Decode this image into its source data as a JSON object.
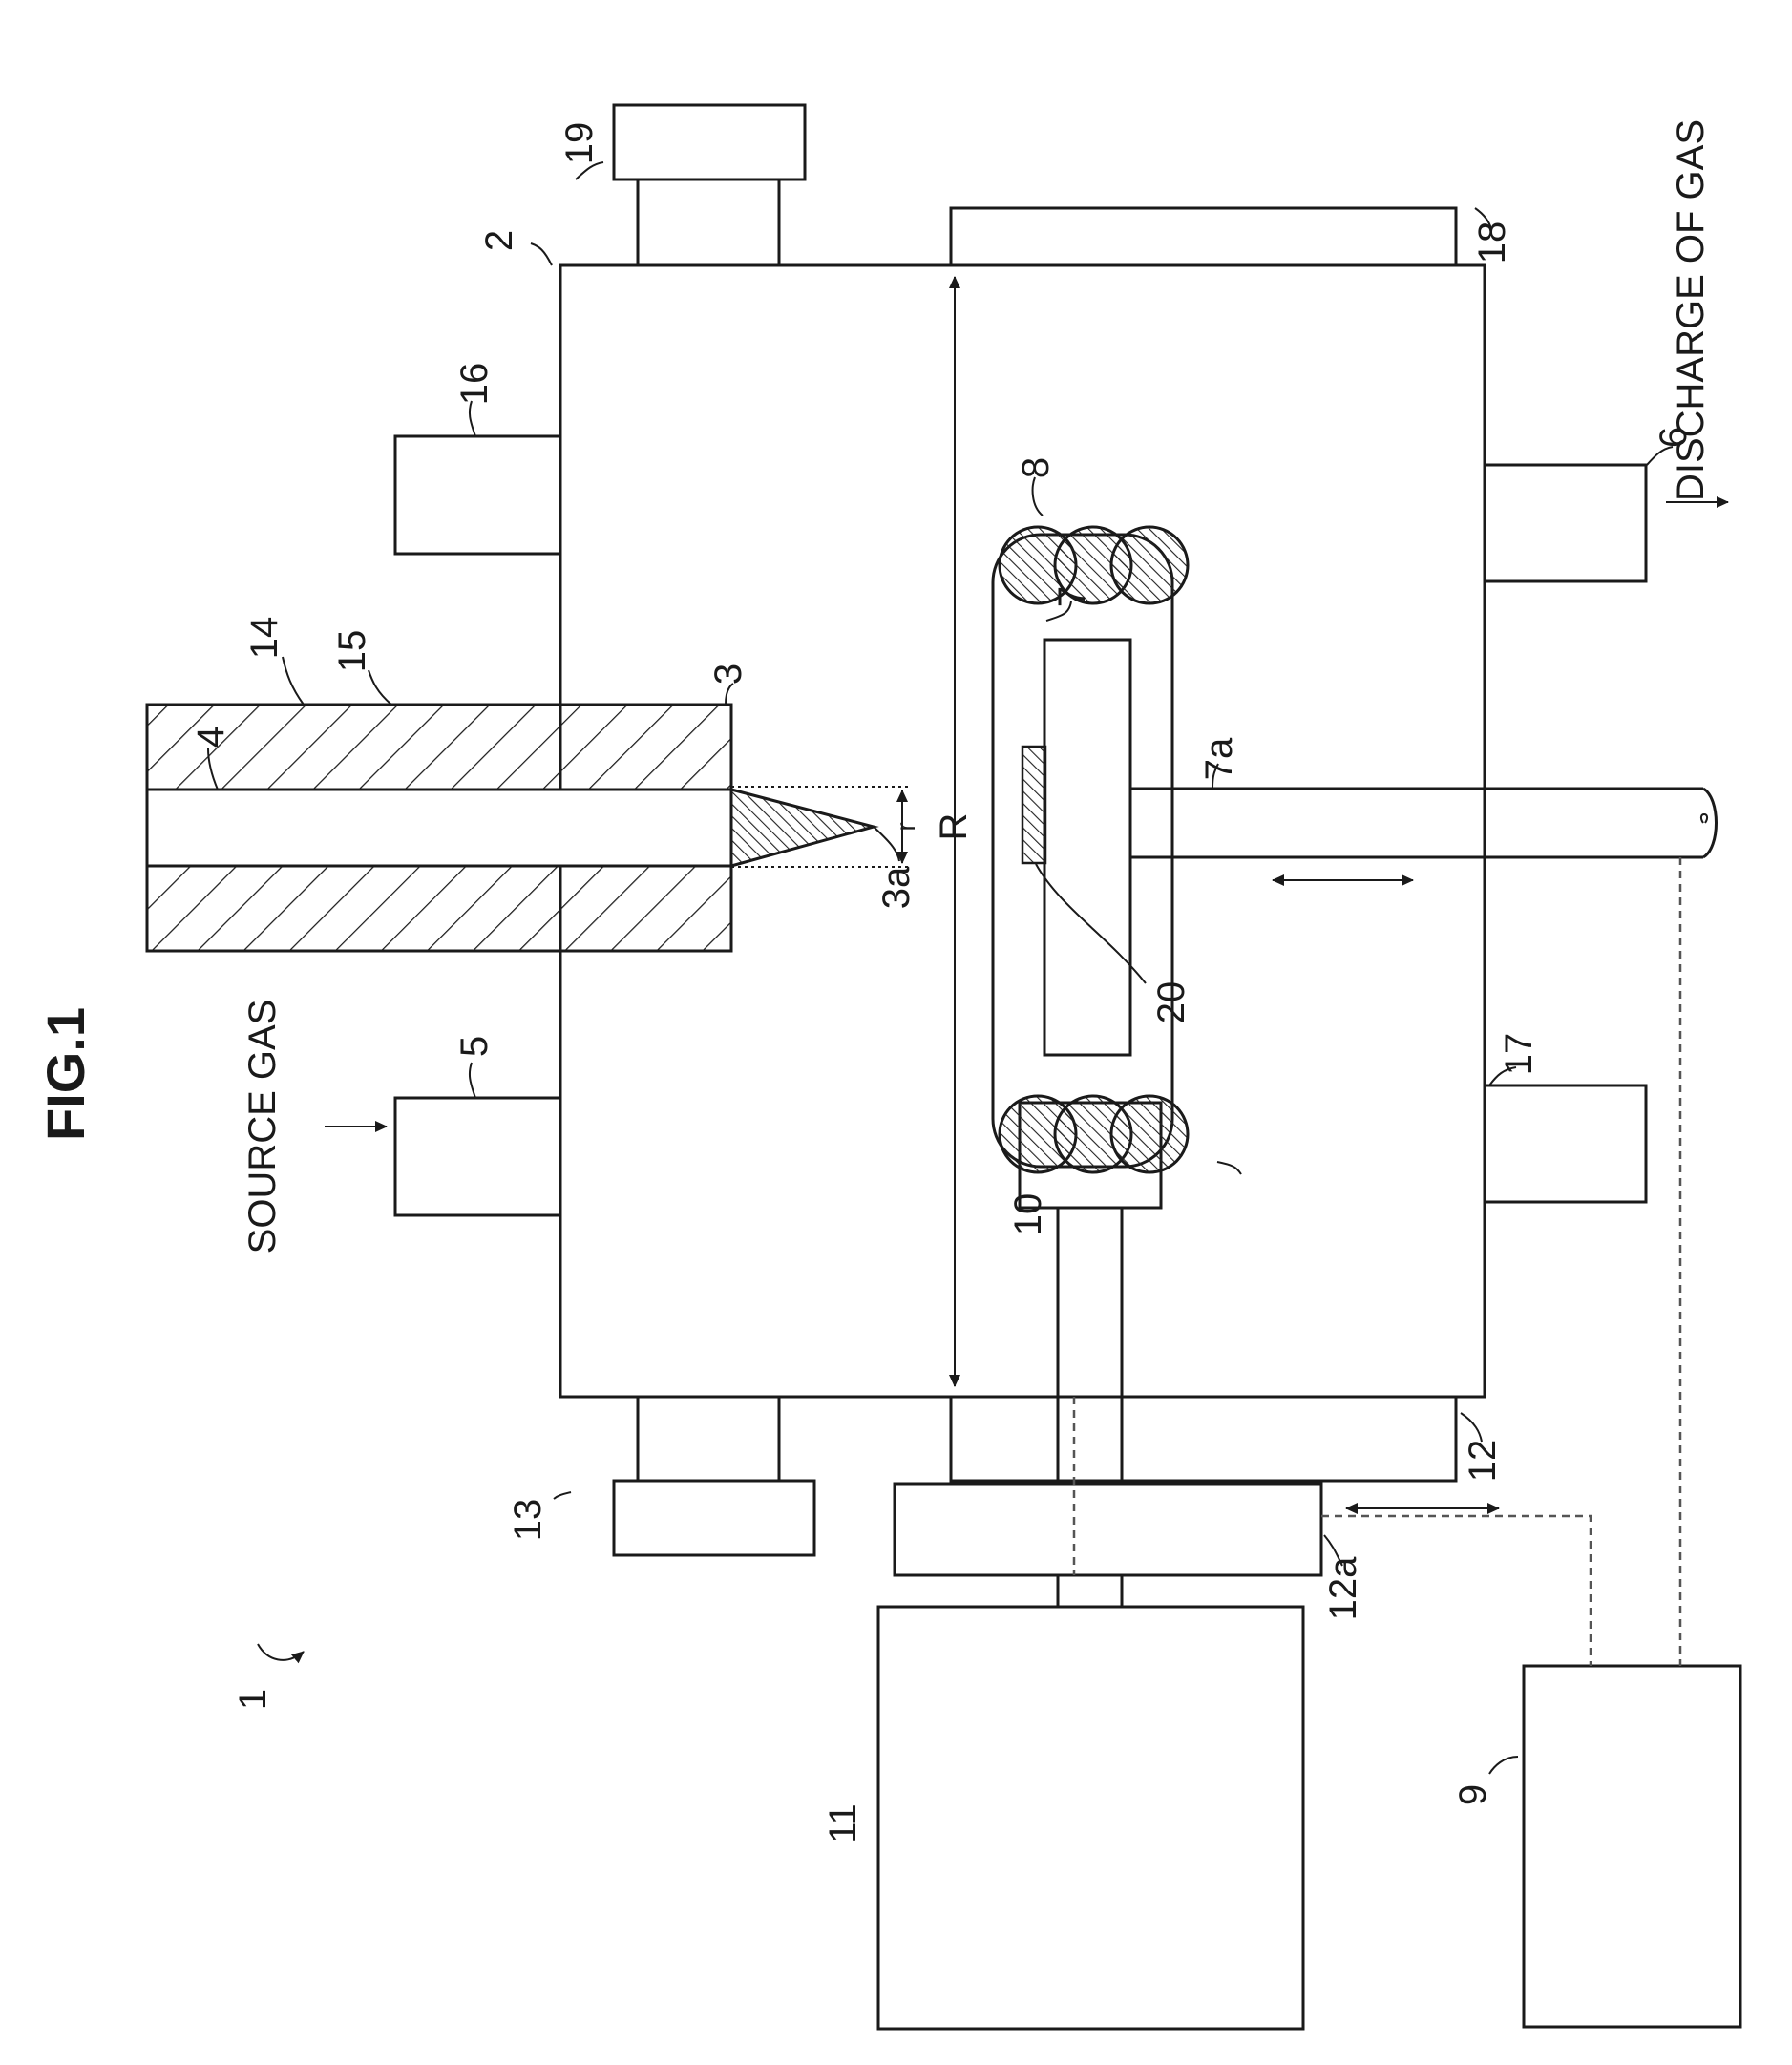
{
  "figure": {
    "title": "FIG.1",
    "source_gas_label": "SOURCE GAS",
    "discharge_label": "DISCHARGE OF GAS",
    "radius_large_label": "R",
    "radius_small_label": "r"
  },
  "reference_numerals": {
    "apparatus": "1",
    "chamber": "2",
    "tip": "3",
    "tip_apex": "3a",
    "bore": "4",
    "gas_inlet": "5",
    "gas_outlet": "6",
    "holder": "7",
    "holder_shaft": "7a",
    "coil": "8",
    "controller": "9",
    "coil_lead": "10",
    "power_supply": "11",
    "flange_bottom": "12",
    "flange_bottom_movable": "12a",
    "port_13": "13",
    "electrode_sleeve": "14",
    "insulator": "15",
    "port_16": "16",
    "port_17": "17",
    "flange_top": "18",
    "port_19": "19",
    "substrate": "20"
  }
}
